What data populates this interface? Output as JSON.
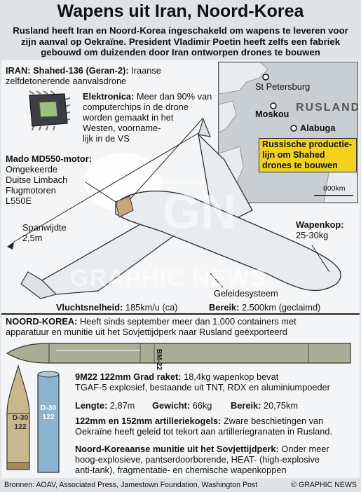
{
  "title": "Wapens uit Iran, Noord-Korea",
  "subtitle": "Rusland heeft Iran en Noord-Korea ingeschakeld om wapens te leveren voor zijn aanval op Oekraïne. President Vladimir Poetin heeft zelfs een fabriek gebouwd om duizenden door Iran ontworpen drones te bouwen",
  "iran": {
    "heading": "IRAN: Shahed-136 (Geran-2):",
    "heading_rest": " Iraanse",
    "line2": "zelfdetonerende aanvalsdrone"
  },
  "electronics": {
    "label": "Elektronica:",
    "lines": [
      " Meer dan 90% van",
      "computerchips in de drone",
      "worden gemaakt in het",
      "Westen, voorname-",
      "lijk in de VS"
    ]
  },
  "engine": {
    "label": "Mado MD550-motor:",
    "lines": [
      "Omgekeerde",
      "Duitse Limbach",
      "Flugmotoren",
      "L550E"
    ]
  },
  "wingspan": {
    "label": "Spanwijdte",
    "value": "2,5m"
  },
  "warhead": {
    "label": "Wapenkop:",
    "value": "25-30kg"
  },
  "guidance": "Geleidesysteem",
  "speed": {
    "label": "Vluchtsnelheid:",
    "value": " 185km/u (ca)"
  },
  "range": {
    "label": "Bereik:",
    "value": " 2.500km (geclaimd)"
  },
  "watermark": {
    "line1": "GN",
    "line2": "GRAPHIC NEWS"
  },
  "map": {
    "cities": [
      "St Petersburg",
      "Moskou",
      "Alabuga"
    ],
    "country": "RUSLAND",
    "callout": [
      "Russische productie-",
      "lijn om Shahed",
      "drones te bouwen"
    ],
    "scale": "800km"
  },
  "nk": {
    "heading": "NOORD-KOREA:",
    "line1": " Heeft sinds september meer dan 1.000 containers met",
    "line2": "apparatuur en munitie uit het Sovjettijdperk naar Rusland geëxporteerd"
  },
  "rocket": {
    "marking": "BM-22",
    "label": "9M22 122mm Grad raket:",
    "line1": " 18,4kg wapenkop bevat",
    "line2": "TGAF-5 explosief, bestaande uit TNT, RDX en aluminiumpoeder",
    "specs": [
      {
        "label": "Lengte:",
        "value": " 2,87m"
      },
      {
        "label": "Gewicht:",
        "value": " 66kg"
      },
      {
        "label": "Bereik:",
        "value": " 20,75km"
      }
    ]
  },
  "shells": {
    "marking1": [
      "D-30",
      "122"
    ],
    "marking2": [
      "D-30",
      "122"
    ],
    "label": "122mm en 152mm artilleriekogels:",
    "line1": " Zware beschietingen van",
    "line2": "Oekraïne heeft geleid tot tekort aan artilleriegranaten in Rusland."
  },
  "soviet": {
    "label": "Noord-Koreaanse munitie uit het Sovjettijdperk:",
    "line1": " Onder meer",
    "line2": "hoog-explosieve, pantserdoorborende, HEAT- (high-explosive",
    "line3": "anti-tank), fragmentatie- en chemische wapenkoppen"
  },
  "footer": {
    "sources": "Bronnen: AOAV, Associated Press, Jamestown Foundation, Washington Post",
    "copyright": "© GRAPHIC NEWS"
  },
  "colors": {
    "callout": "#f2d21a",
    "drone": "#e9ecef",
    "rocket": "#a9ae95",
    "shell_tan": "#c9b78d",
    "shell_blue": "#8ab4cf"
  }
}
